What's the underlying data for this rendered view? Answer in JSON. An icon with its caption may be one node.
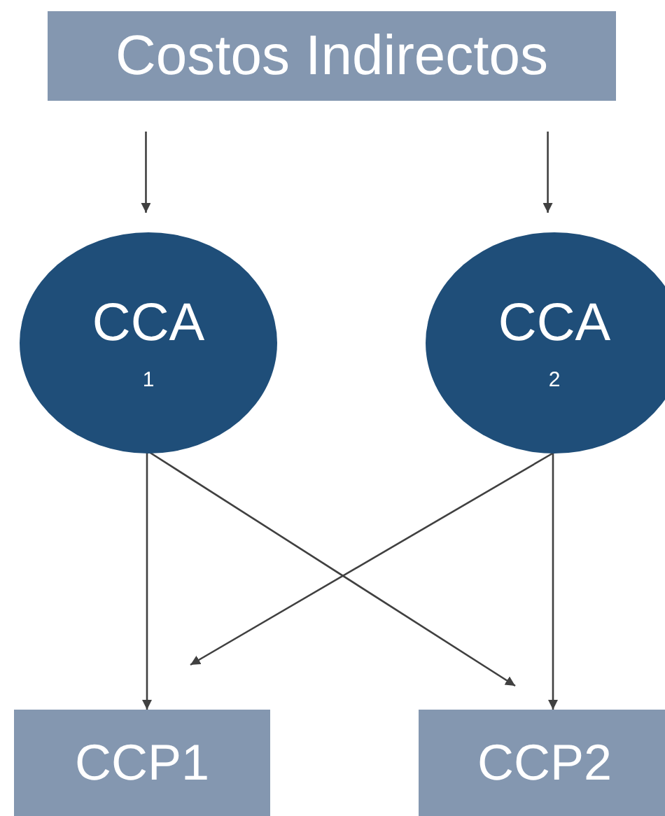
{
  "diagram": {
    "nodes": [
      {
        "text": [
          "Costos Indirectos"
        ]
      },
      {
        "text": [
          "CCA",
          "1"
        ]
      },
      {
        "text": [
          "CCA",
          "2"
        ]
      },
      {
        "text": [
          "CCP1"
        ]
      },
      {
        "text": [
          "CCP2"
        ]
      }
    ],
    "edges": [
      {
        "from": 0,
        "to": 1,
        "arrow": "to"
      },
      {
        "from": 0,
        "to": 2,
        "arrow": "to"
      },
      {
        "from": 1,
        "to": 3,
        "arrow": "to"
      },
      {
        "from": 1,
        "to": 4,
        "arrow": "to"
      },
      {
        "from": 2,
        "to": 3,
        "arrow": "to"
      },
      {
        "from": 2,
        "to": 4,
        "arrow": "to"
      }
    ]
  }
}
